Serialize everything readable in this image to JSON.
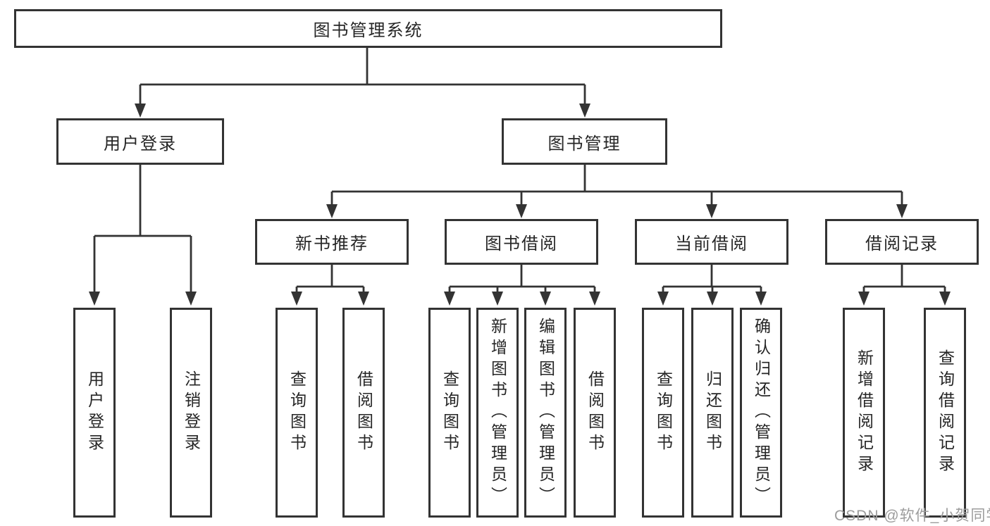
{
  "diagram": {
    "root": "图书管理系统",
    "branches": [
      {
        "label": "用户登录",
        "children": [
          {
            "label": "用户登录"
          },
          {
            "label": "注销登录"
          }
        ]
      },
      {
        "label": "图书管理",
        "children": [
          {
            "label": "新书推荐",
            "children": [
              {
                "label": "查询图书"
              },
              {
                "label": "借阅图书"
              }
            ]
          },
          {
            "label": "图书借阅",
            "children": [
              {
                "label": "查询图书"
              },
              {
                "label": "新增图书（管理员）"
              },
              {
                "label": "编辑图书（管理员）"
              },
              {
                "label": "借阅图书"
              }
            ]
          },
          {
            "label": "当前借阅",
            "children": [
              {
                "label": "查询图书"
              },
              {
                "label": "归还图书"
              },
              {
                "label": "确认归还（管理员）"
              }
            ]
          },
          {
            "label": "借阅记录",
            "children": [
              {
                "label": "新增借阅记录"
              },
              {
                "label": "查询借阅记录"
              }
            ]
          }
        ]
      }
    ]
  },
  "watermark": "CSDN @软件_小贺同学",
  "colors": {
    "line": "#333333",
    "box_fill": "#ffffff",
    "text": "#262626",
    "watermark": "#9c9c9c"
  }
}
